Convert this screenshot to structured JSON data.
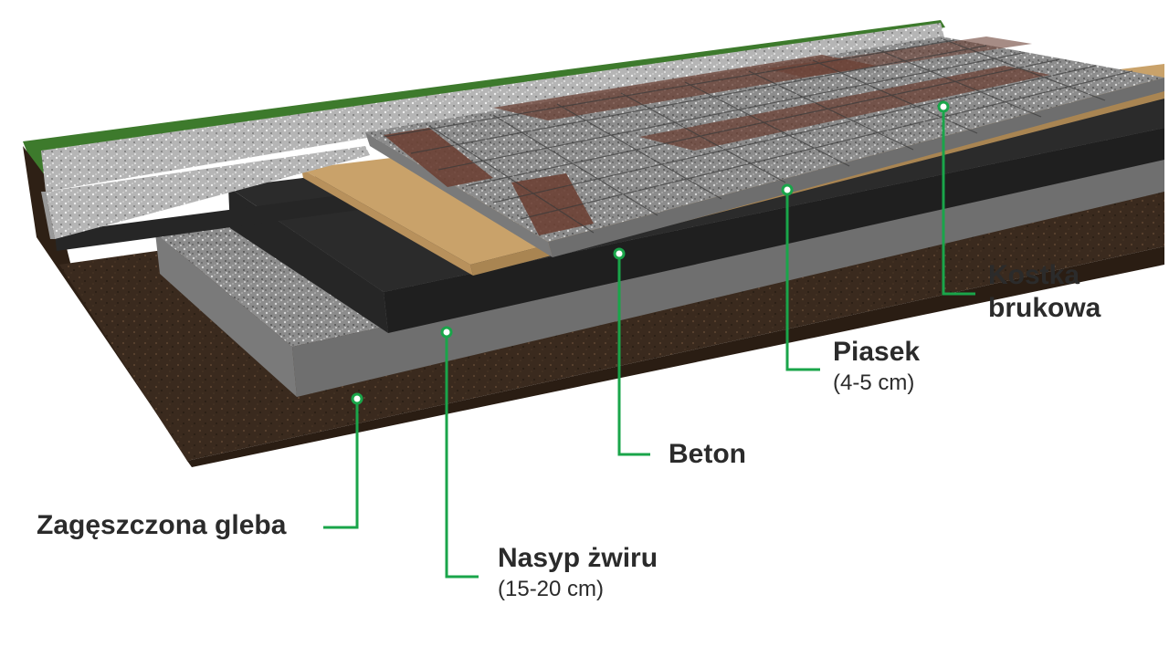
{
  "labels": {
    "paving": {
      "line1": "Kostka",
      "line2": "brukowa"
    },
    "sand": {
      "name": "Piasek",
      "detail": "(4-5 cm)"
    },
    "concrete": {
      "name": "Beton"
    },
    "soil": {
      "name": "Zagęszczona gleba"
    },
    "gravel": {
      "name": "Nasyp żwiru",
      "detail": "(15-20 cm)"
    }
  },
  "colors": {
    "callout": "#1aa54a",
    "grass": "#3d7a2c",
    "soil": "#3a2a1e",
    "gravel": "#8a8a8a",
    "concrete": "#2e2e2e",
    "sand": "#c9a26a",
    "stone_gray": "#9b9b9b",
    "stone_red": "#6b4034",
    "curb": "#c4c4c4"
  },
  "icons": {
    "callout_marker": "dot-marker-icon"
  }
}
